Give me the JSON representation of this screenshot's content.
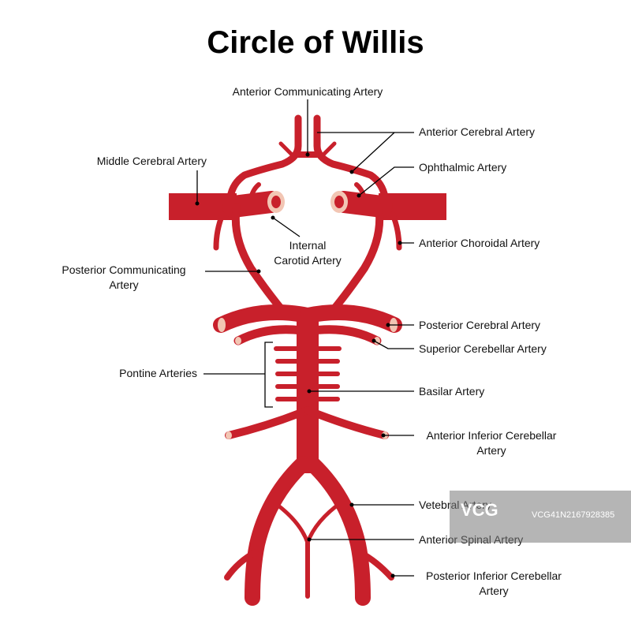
{
  "title": "Circle of Willis",
  "colors": {
    "artery": "#c8202b",
    "cut_end": "#f2c6b4",
    "line": "#000000",
    "text": "#111111"
  },
  "labels": {
    "anterior_communicating": "Anterior Communicating Artery",
    "anterior_cerebral": "Anterior Cerebral Artery",
    "middle_cerebral": "Middle Cerebral Artery",
    "ophthalmic": "Ophthalmic Artery",
    "internal_carotid": "Internal\nCarotid Artery",
    "anterior_choroidal": "Anterior Choroidal Artery",
    "posterior_communicating": "Posterior Communicating\nArtery",
    "posterior_cerebral": "Posterior Cerebral Artery",
    "superior_cerebellar": "Superior Cerebellar Artery",
    "pontine": "Pontine Arteries",
    "basilar": "Basilar Artery",
    "anterior_inferior_cerebellar": "Anterior Inferior Cerebellar\nArtery",
    "vertebral": "Vetebral Artery",
    "anterior_spinal": "Anterior Spinal Artery",
    "posterior_inferior_cerebellar": "Posterior Inferior Cerebellar\nArtery"
  },
  "watermark": {
    "logo": "VCG",
    "id": "VCG41N2167928385"
  }
}
